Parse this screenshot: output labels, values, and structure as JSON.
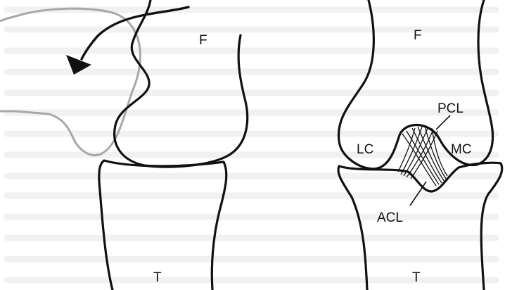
{
  "colors": {
    "ink": "#111111",
    "background": "#ffffff",
    "background_text": "#f2f2f2",
    "gray_outline": "#a8a8a8"
  },
  "labels": {
    "left_femur": "F",
    "left_tibia": "T",
    "right_femur": "F",
    "right_tibia": "T",
    "lateral_condyle": "LC",
    "medial_condyle": "MC",
    "posterior_cruciate": "PCL",
    "anterior_cruciate": "ACL"
  },
  "icons": {
    "rotation_arrow": "curved-arrow-icon"
  }
}
